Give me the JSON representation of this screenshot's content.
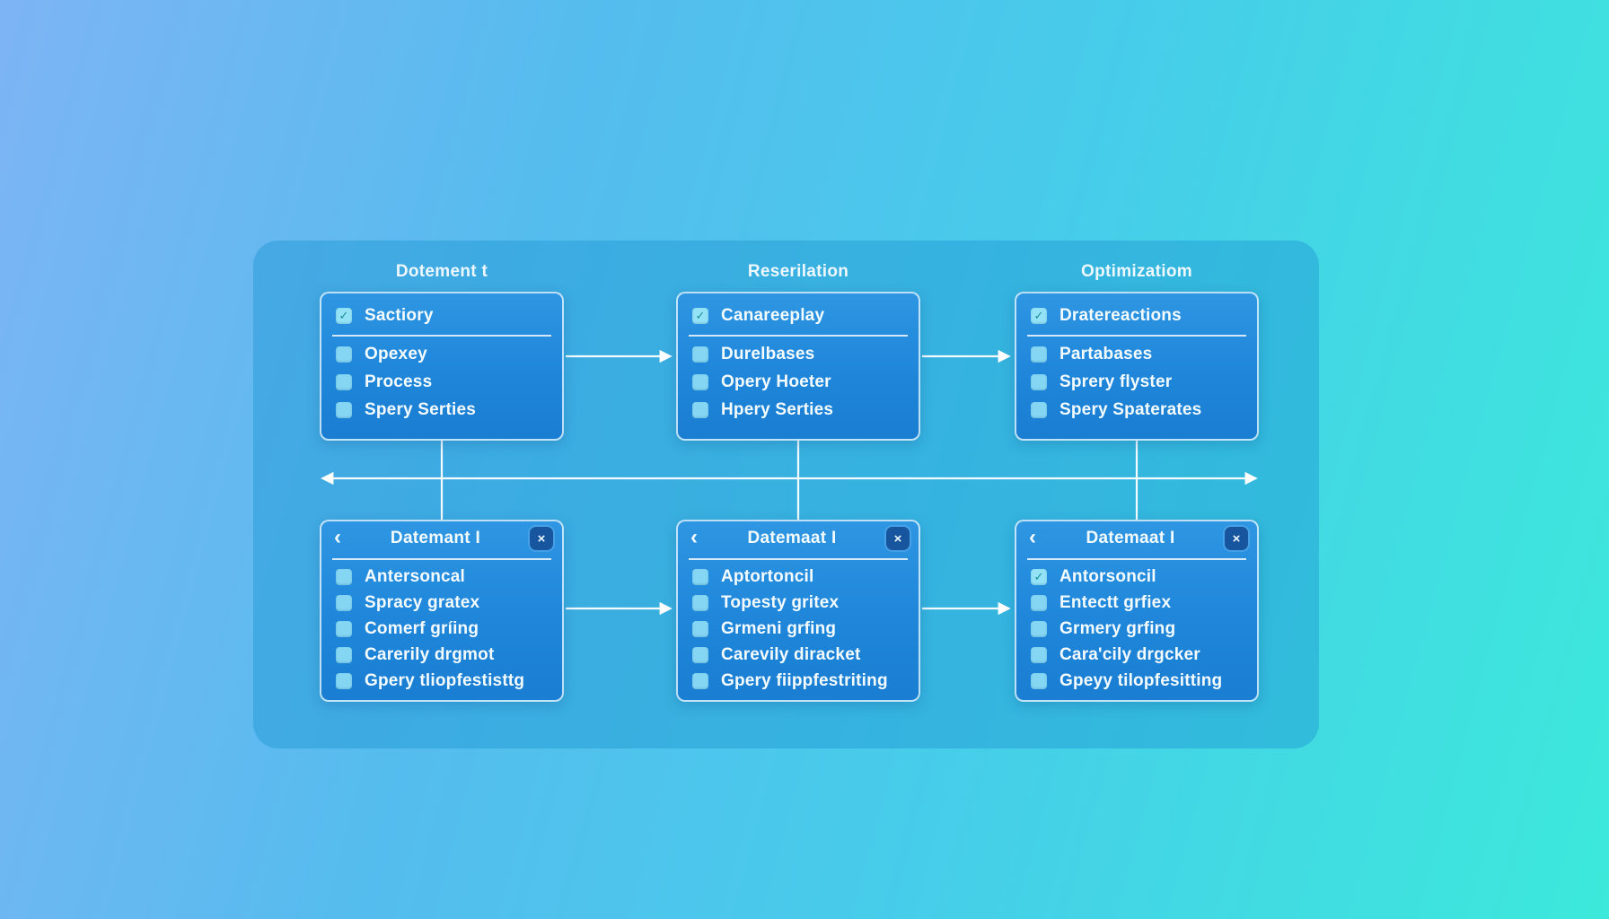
{
  "icons": {
    "check": "✓",
    "back": "‹",
    "close": "×"
  },
  "columns": [
    {
      "title": "Dotement t"
    },
    {
      "title": "Reserilation"
    },
    {
      "title": "Optimizatiom"
    }
  ],
  "top_panels": [
    {
      "items": [
        {
          "label": "Sactiory",
          "checked": true
        },
        {
          "label": "Opexey",
          "checked": false
        },
        {
          "label": "Process",
          "checked": false
        },
        {
          "label": "Spery Serties",
          "checked": false
        }
      ]
    },
    {
      "items": [
        {
          "label": "Canareeplay",
          "checked": true
        },
        {
          "label": "Durelbases",
          "checked": false
        },
        {
          "label": "Opery Hoeter",
          "checked": false
        },
        {
          "label": "Hpery Serties",
          "checked": false
        }
      ]
    },
    {
      "items": [
        {
          "label": "Dratereactions",
          "checked": true
        },
        {
          "label": "Partabases",
          "checked": false
        },
        {
          "label": "Sprery flyster",
          "checked": false
        },
        {
          "label": "Spery Spaterates",
          "checked": false
        }
      ]
    }
  ],
  "bottom_panels": [
    {
      "title": "Datemant I",
      "items": [
        {
          "label": "Antersoncal",
          "checked": false
        },
        {
          "label": "Spracy gratex",
          "checked": false
        },
        {
          "label": "Comerf gríing",
          "checked": false
        },
        {
          "label": "Carerily drgmot",
          "checked": false
        },
        {
          "label": "Gpery tliopfestisttg",
          "checked": false
        }
      ]
    },
    {
      "title": "Datemaat I",
      "items": [
        {
          "label": "Aptortoncil",
          "checked": false
        },
        {
          "label": "Topesty gritex",
          "checked": false
        },
        {
          "label": "Grmeni grfing",
          "checked": false
        },
        {
          "label": "Carevily diracket",
          "checked": false
        },
        {
          "label": "Gpery fiippfestriting",
          "checked": false
        }
      ]
    },
    {
      "title": "Datemaat I",
      "items": [
        {
          "label": "Antorsoncil",
          "checked": true
        },
        {
          "label": "Entectt grfiex",
          "checked": false
        },
        {
          "label": "Grmery grfing",
          "checked": false
        },
        {
          "label": "Cara'cily drgcker",
          "checked": false
        },
        {
          "label": "Gpeyy tilopfesitting",
          "checked": false
        }
      ]
    }
  ],
  "colors": {
    "background_start": "#7db4f5",
    "background_end": "#3ce9da",
    "container_overlay": "rgba(30,150,210,0.45)",
    "panel_blue": "#1f86da",
    "checkbox_cyan": "#84d6f3",
    "check_teal": "#1d8f96",
    "line_white": "#ffffff"
  }
}
